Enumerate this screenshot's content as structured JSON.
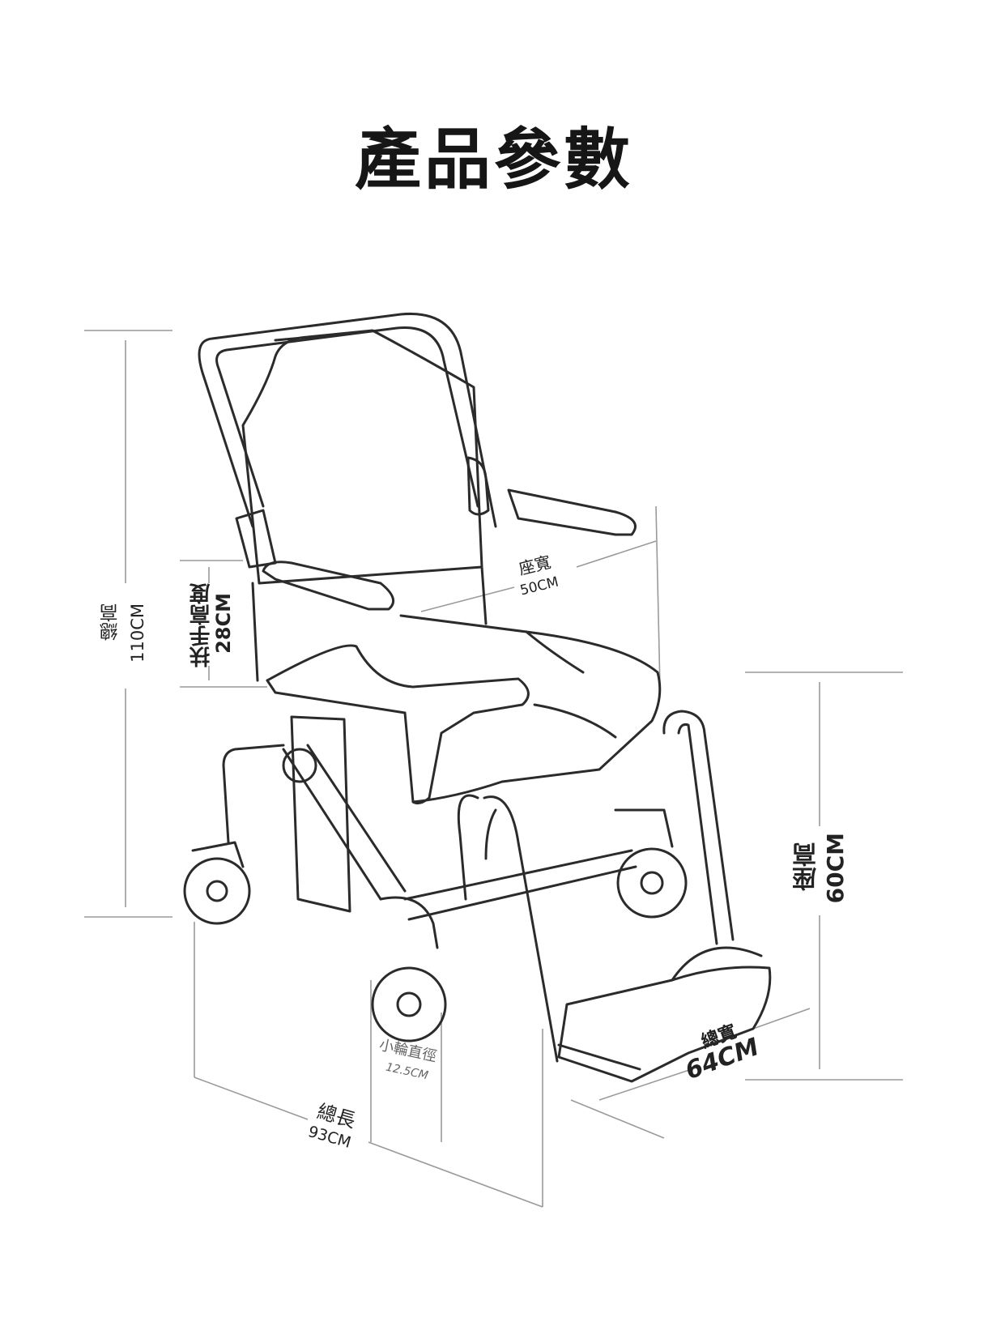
{
  "title": "產品參數",
  "dimensions": {
    "total_height": {
      "label": "總高",
      "value": "110CM"
    },
    "armrest_height": {
      "label": "扶手高度",
      "value": "28CM"
    },
    "seat_width": {
      "label": "座寬",
      "value": "50CM"
    },
    "seat_height": {
      "label": "座高",
      "value": "60CM"
    },
    "total_width": {
      "label": "總寬",
      "value": "64CM"
    },
    "wheel_diameter": {
      "label": "小輪直徑",
      "value": "12.5CM"
    },
    "total_length": {
      "label": "總長",
      "value": "93CM"
    }
  }
}
